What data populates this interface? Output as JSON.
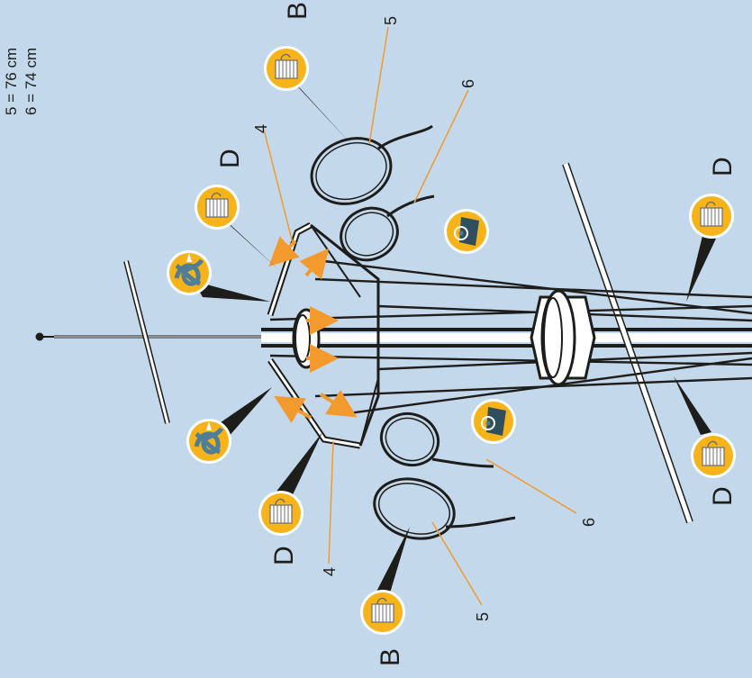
{
  "measurements": [
    "5 = 76 cm",
    "6 = 74 cm"
  ],
  "labels": {
    "b_top": "B",
    "b_bottom": "B",
    "d_left_top": "D",
    "d_left_bottom": "D",
    "d_right_top": "D",
    "d_right_bottom": "D",
    "n4_top": "4",
    "n4_bottom": "4",
    "n5_top": "5",
    "n5_bottom": "5",
    "n6_top": "6",
    "n6_bottom": "6"
  },
  "icons": {
    "whipping": "thread-spool-icon",
    "knot": "reef-knot-icon",
    "tool": "fid-tool-icon"
  },
  "colors": {
    "background": "#c3d8ea",
    "icon_fill": "#f6b31a",
    "icon_ring": "#ffffff",
    "leader": "#1d1d1b",
    "arrow": "#f29a2e",
    "line": "#1d1d1b"
  }
}
